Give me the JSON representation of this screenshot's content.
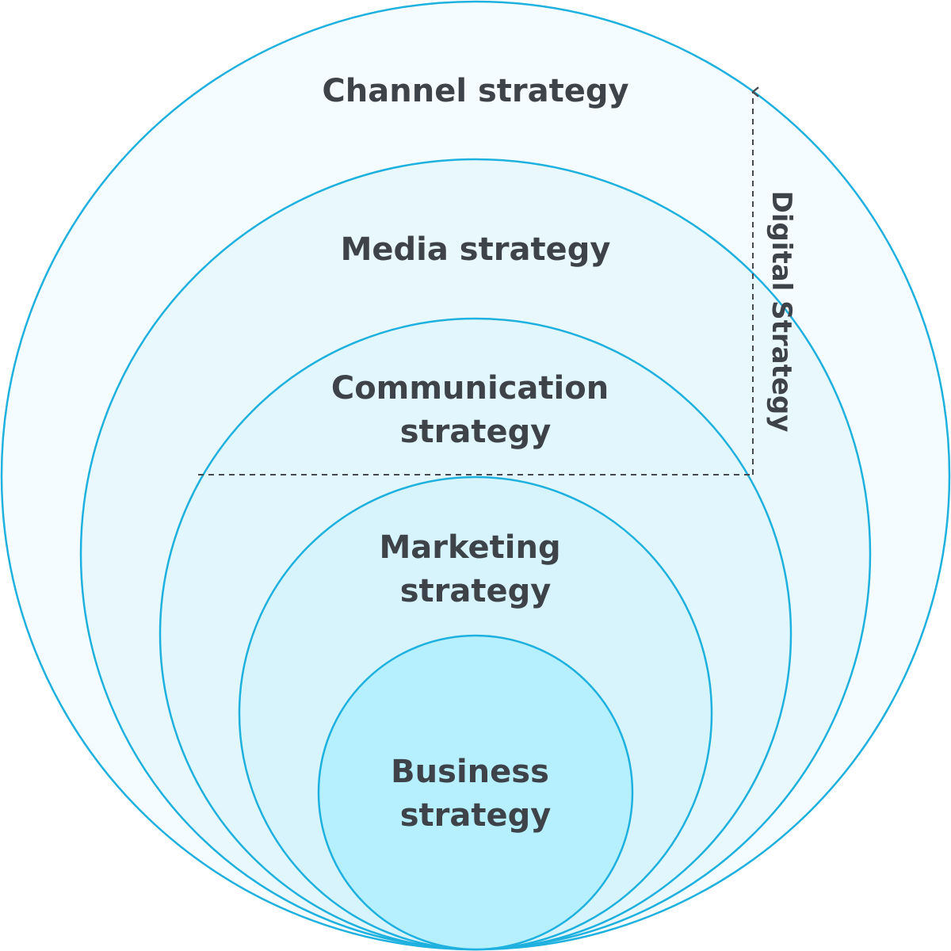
{
  "colors": {
    "ring_stroke": "#1eb1df",
    "label_text": "#3d4349",
    "dashed_line": "#444a50"
  },
  "rings": [
    {
      "id": "channel",
      "lines": [
        "Channel strategy"
      ],
      "fill": "#f5fcff"
    },
    {
      "id": "media",
      "lines": [
        "Media strategy"
      ],
      "fill": "#e9f8fd"
    },
    {
      "id": "communication",
      "lines": [
        "Communication",
        "strategy"
      ],
      "fill": "#e1f6fd"
    },
    {
      "id": "marketing",
      "lines": [
        "Marketing",
        "strategy"
      ],
      "fill": "#d7f4fd"
    },
    {
      "id": "business",
      "lines": [
        "Business",
        "strategy"
      ],
      "fill": "#b6effd"
    }
  ],
  "bracket": {
    "label": "Digital Strategy",
    "arrow_icon": "arrow-up-icon"
  }
}
